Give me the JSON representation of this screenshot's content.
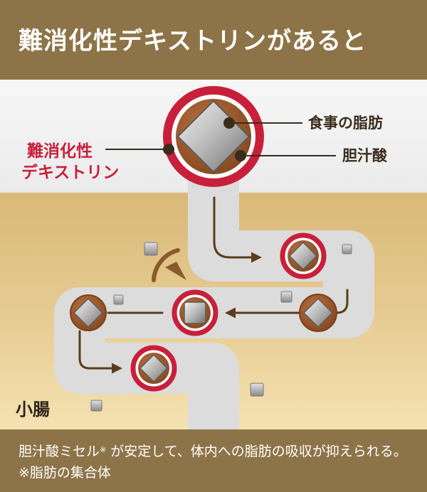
{
  "header": {
    "title": "難消化性デキストリンがあると"
  },
  "labels": {
    "food_fat": "食事の脂肪",
    "bile_acid": "胆汁酸",
    "dextrin_line1": "難消化性",
    "dextrin_line2": "デキストリン",
    "small_intestine": "小腸"
  },
  "caption": {
    "part1": "胆汁酸ミセル",
    "mark": "※",
    "part2": " が安定して、体内への脂肪の吸収が抑えられる。 ※脂肪の集合体"
  },
  "colors": {
    "header_bg": "#8d7448",
    "ring_red": "#c8203a",
    "micelle_brown": "#9b5a2b",
    "arrow_brown": "#5a3d1c",
    "tube_gray": "#dcdcdc"
  }
}
